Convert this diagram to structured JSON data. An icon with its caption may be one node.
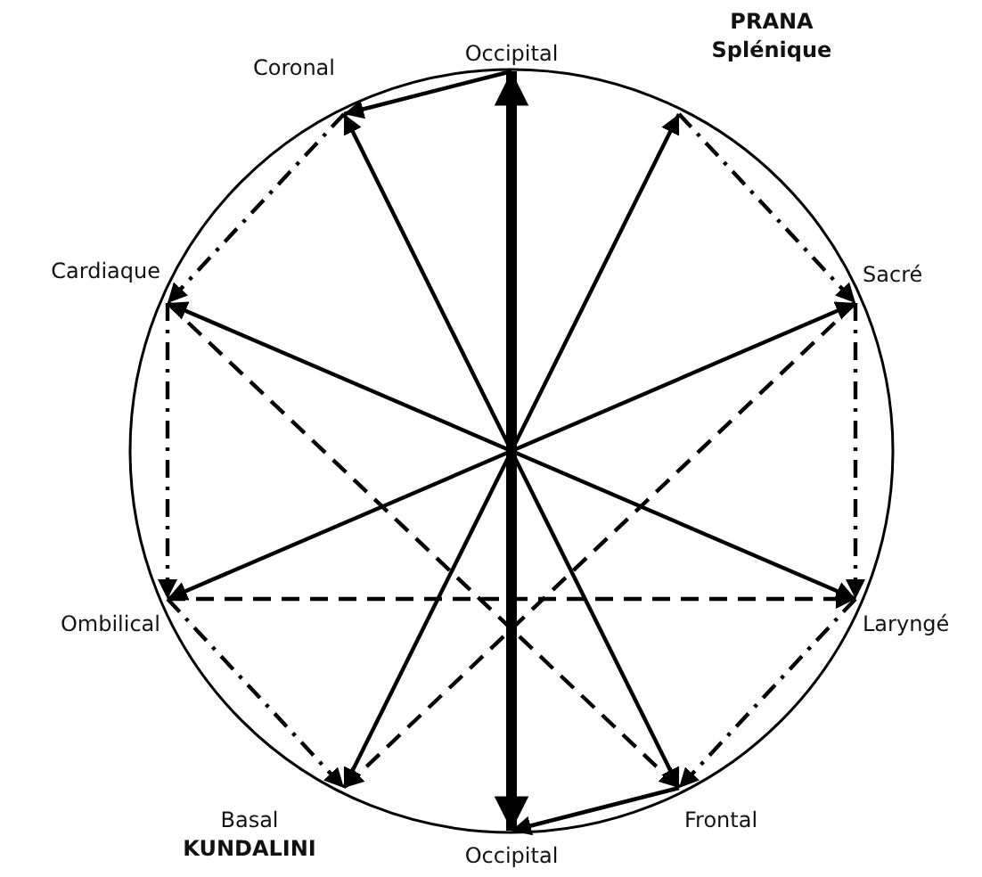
{
  "diagram": {
    "nodes": [
      {
        "text": [
          "Occipital"
        ]
      },
      {
        "text": [
          "Coronal"
        ]
      },
      {
        "text": [
          "PRANA",
          "Splénique"
        ]
      },
      {
        "text": [
          "Cardiaque"
        ]
      },
      {
        "text": [
          "Sacré"
        ]
      },
      {
        "text": [
          "Ombilical"
        ]
      },
      {
        "text": [
          "Laryngé"
        ]
      },
      {
        "text": [
          "Basal",
          "KUNDALINI"
        ]
      },
      {
        "text": [
          "Frontal"
        ]
      },
      {
        "text": [
          "Occipital"
        ]
      }
    ],
    "edges": [
      {
        "from": 9,
        "to": 0,
        "arrow": "both",
        "style": "thick"
      },
      {
        "from": 1,
        "to": 8,
        "arrow": "both"
      },
      {
        "from": 2,
        "to": 7,
        "arrow": "both"
      },
      {
        "from": 3,
        "to": 6,
        "arrow": "both"
      },
      {
        "from": 5,
        "to": 4,
        "arrow": "both"
      },
      {
        "from": 0,
        "to": 1,
        "arrow": "to"
      },
      {
        "from": 1,
        "to": 3,
        "arrow": "to",
        "style": "dashed"
      },
      {
        "from": 3,
        "to": 5,
        "arrow": "to",
        "style": "dashed"
      },
      {
        "from": 5,
        "to": 7,
        "arrow": "to",
        "style": "dashed"
      },
      {
        "from": 2,
        "to": 4,
        "arrow": "to",
        "style": "dashed"
      },
      {
        "from": 4,
        "to": 6,
        "arrow": "to",
        "style": "dashed"
      },
      {
        "from": 6,
        "to": 8,
        "arrow": "to",
        "style": "dashed"
      },
      {
        "from": 8,
        "to": 9,
        "arrow": "to"
      },
      {
        "from": 3,
        "to": 8,
        "arrow": "to",
        "style": "dashed"
      },
      {
        "from": 4,
        "to": 7,
        "arrow": "to",
        "style": "dashed"
      },
      {
        "from": 5,
        "to": 6,
        "arrow": "to",
        "style": "dashed"
      }
    ]
  }
}
